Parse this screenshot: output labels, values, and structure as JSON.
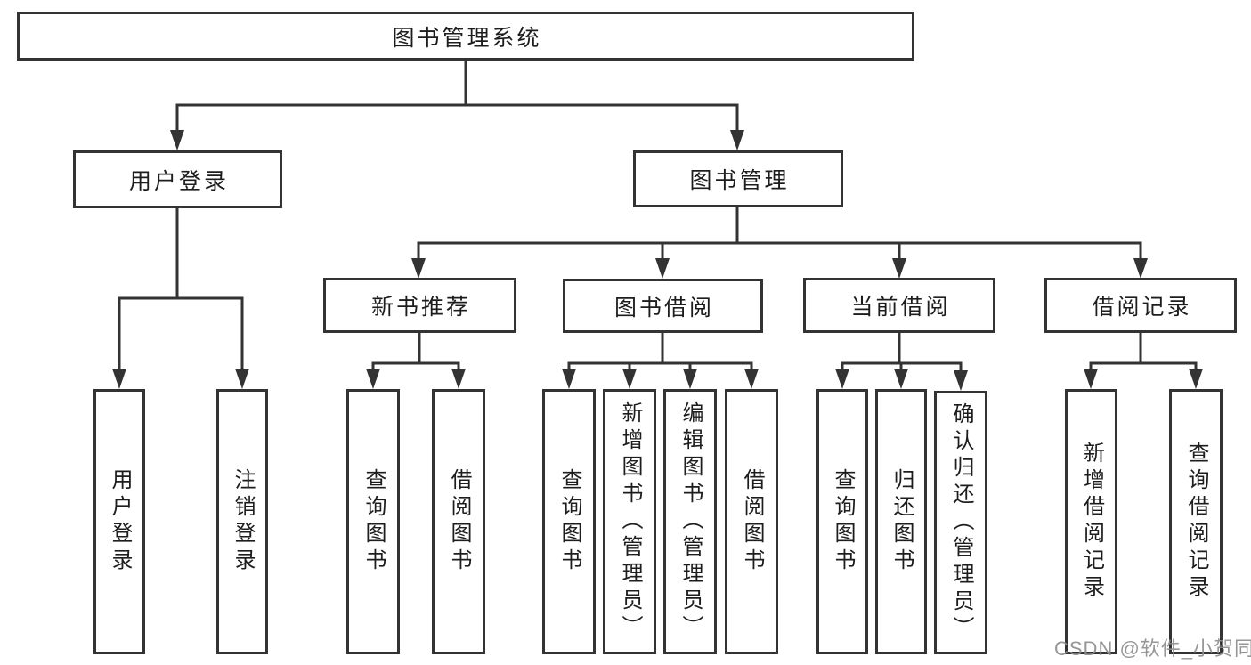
{
  "diagram_type": "hierarchy-tree",
  "colors": {
    "line": "#333333",
    "box_border": "#333333",
    "box_fill": "#ffffff",
    "text": "#1d1d1d",
    "background": "#ffffff",
    "watermark": "#8f8f8f"
  },
  "tree": {
    "label": "图书管理系统",
    "children": [
      {
        "label": "用户登录",
        "children": [
          {
            "label": "用户登录"
          },
          {
            "label": "注销登录"
          }
        ]
      },
      {
        "label": "图书管理",
        "children": [
          {
            "label": "新书推荐",
            "children": [
              {
                "label": "查询图书"
              },
              {
                "label": "借阅图书"
              }
            ]
          },
          {
            "label": "图书借阅",
            "children": [
              {
                "label": "查询图书"
              },
              {
                "label": "新增图书（管理员）"
              },
              {
                "label": "编辑图书（管理员）"
              },
              {
                "label": "借阅图书"
              }
            ]
          },
          {
            "label": "当前借阅",
            "children": [
              {
                "label": "查询图书"
              },
              {
                "label": "归还图书"
              },
              {
                "label": "确认归还（管理员）"
              }
            ]
          },
          {
            "label": "借阅记录",
            "children": [
              {
                "label": "新增借阅记录"
              },
              {
                "label": "查询借阅记录"
              }
            ]
          }
        ]
      }
    ]
  },
  "watermark": {
    "text": "CSDN @软件_小贺同学"
  }
}
